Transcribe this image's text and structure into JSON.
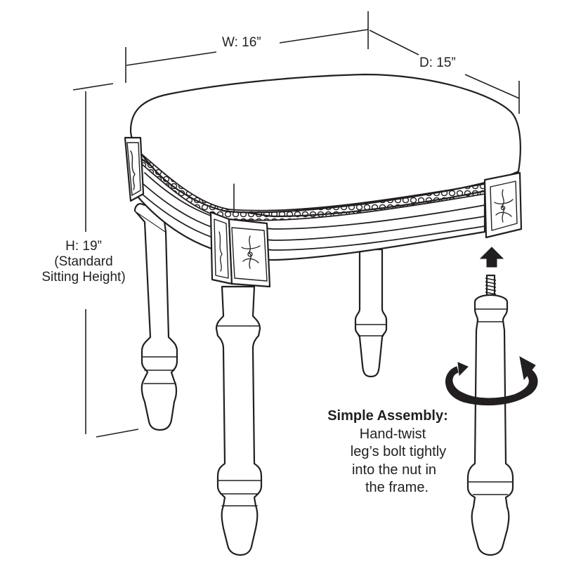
{
  "dimensions": {
    "width": "W: 16”",
    "depth": "D: 15”",
    "height": {
      "line1": "H: 19”",
      "line2": "(Standard",
      "line3": "Sitting Height)"
    }
  },
  "assembly": {
    "title": "Simple Assembly:",
    "lines": [
      "Hand-twist",
      "leg’s bolt tightly",
      "into the nut in",
      "the frame."
    ]
  },
  "colors": {
    "line": "#231f20",
    "background": "#ffffff"
  },
  "icons": [
    "up-arrow-icon",
    "rotation-arrow-icon",
    "carved-panel-ornament-icon"
  ]
}
